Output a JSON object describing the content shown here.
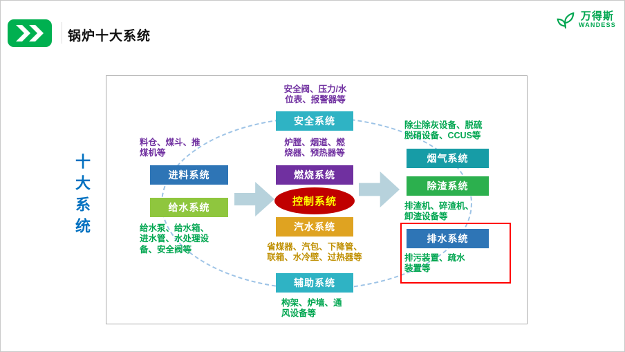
{
  "slide": {
    "title": "锅炉十大系统"
  },
  "brand": {
    "name_cn": "万得斯",
    "name_en": "WANDESS"
  },
  "diagram": {
    "side_label": "十大系统",
    "systems": [
      {
        "id": "safety",
        "label": "安全系统",
        "note": "安全阀、压力/水\n位表、报警器等"
      },
      {
        "id": "feed",
        "label": "进料系统",
        "note": "料仓、煤斗、推\n煤机等"
      },
      {
        "id": "water-supply",
        "label": "给水系统",
        "note": "给水泵、给水箱、\n进水管、水处理设\n备、安全阀等"
      },
      {
        "id": "combustion",
        "label": "燃烧系统",
        "note": "炉膛、烟道、燃\n烧器、预热器等"
      },
      {
        "id": "control",
        "label": "控制系统",
        "note": ""
      },
      {
        "id": "steam-water",
        "label": "汽水系统",
        "note": "省煤器、汽包、下降管、\n联箱、水冷壁、过热器等"
      },
      {
        "id": "auxiliary",
        "label": "辅助系统",
        "note": "构架、炉墙、通\n风设备等"
      },
      {
        "id": "flue-gas",
        "label": "烟气系统",
        "note": "除尘除灰设备、脱硫\n脱硝设备、CCUS等"
      },
      {
        "id": "slag-removal",
        "label": "除渣系统",
        "note": "排渣机、碎渣机、\n卸渣设备等"
      },
      {
        "id": "drainage",
        "label": "排水系统",
        "note": "排污装置、疏水\n装置等",
        "highlighted": true
      }
    ],
    "colors": {
      "teal": "#2fb3c4",
      "teal_dark": "#179ca6",
      "blue": "#2e75b6",
      "green_light": "#8fc63e",
      "green": "#2cb04e",
      "purple": "#7030a0",
      "red": "#c00000",
      "gold": "#dfa321",
      "control_text": "#ffff00",
      "note_purple": "#7030a0",
      "note_green": "#00a650",
      "note_gold": "#bf8f00",
      "side_label_blue": "#0070c0",
      "arrow_fill": "#b7d2dc",
      "ellipse_dash": "#9dc3e6",
      "highlight": "#ff0000",
      "brand_green": "#00a650",
      "logo_green": "#00b050"
    }
  }
}
